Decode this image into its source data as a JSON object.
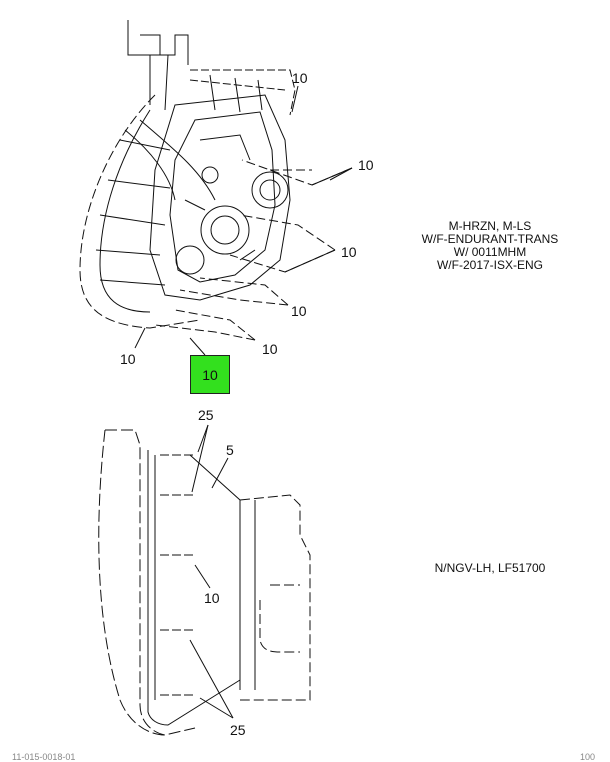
{
  "top_view": {
    "callouts": [
      "10",
      "10",
      "10",
      "10",
      "10",
      "10",
      "10"
    ],
    "highlighted_callout": "10",
    "note_lines": [
      "M-HRZN, M-LS",
      "W/F-ENDURANT-TRANS",
      "W/ 0011MHM",
      "W/F-2017-ISX-ENG"
    ]
  },
  "bottom_view": {
    "callouts": [
      "25",
      "5",
      "10",
      "25"
    ],
    "note_lines": [
      "N/NGV-LH, LF51700"
    ]
  },
  "footer": {
    "left": "11-015-0018-01",
    "right": "100"
  },
  "colors": {
    "highlight": "#33e01e",
    "line": "#111111"
  }
}
